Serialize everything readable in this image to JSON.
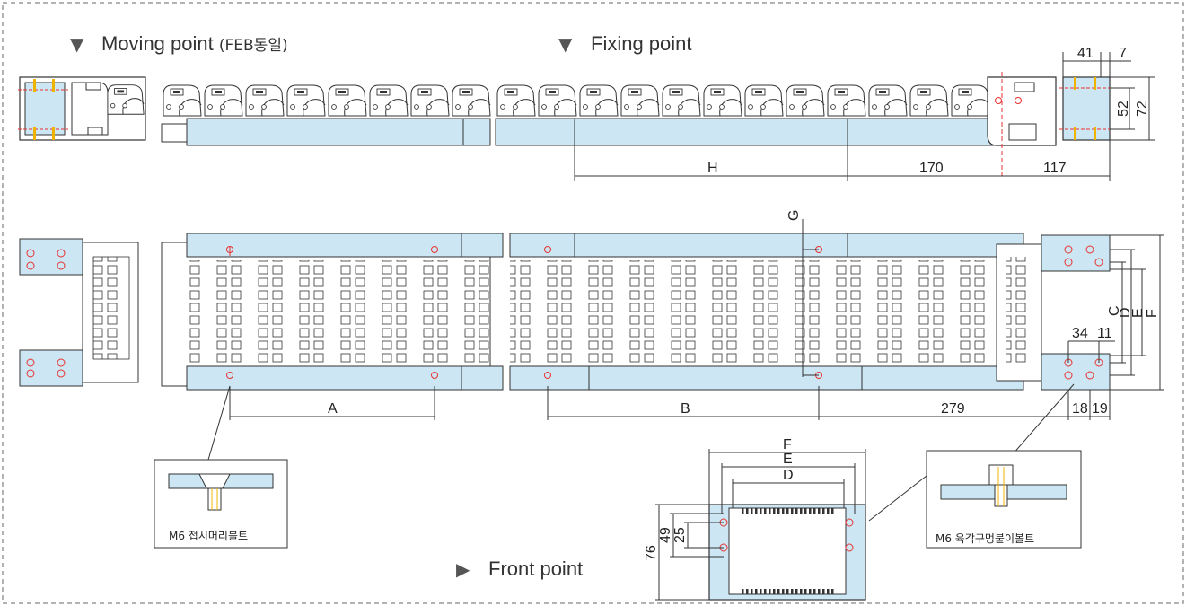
{
  "colors": {
    "part_fill": "#cce6f4",
    "part_stroke": "#333333",
    "hole": "#e8322f",
    "pin": "#f0b400",
    "frame": "#9a9a9a"
  },
  "headings": {
    "moving": {
      "marker": "▼",
      "text": "Moving point ",
      "suffix": "(FEB동일)"
    },
    "fixing": {
      "marker": "▼",
      "text": "Fixing point"
    },
    "front": {
      "marker": "▶",
      "text": "Front point"
    }
  },
  "dimensions": {
    "side_view": {
      "h": "H",
      "d170": "170",
      "d117": "117",
      "d41": "41",
      "d7": "7",
      "d52": "52",
      "d72": "72"
    },
    "top_view": {
      "a": "A",
      "b": "B",
      "d279": "279",
      "g": "G",
      "c": "C",
      "d": "D",
      "e": "E",
      "f": "F",
      "d34": "34",
      "d11": "11",
      "d18": "18",
      "d19": "19"
    },
    "front_view": {
      "f": "F",
      "e": "E",
      "d": "D",
      "d76": "76",
      "d49": "49",
      "d25": "25"
    }
  },
  "callouts": {
    "left": "M6 접시머리볼트",
    "right": "M6 육각구멍붙이볼트"
  }
}
